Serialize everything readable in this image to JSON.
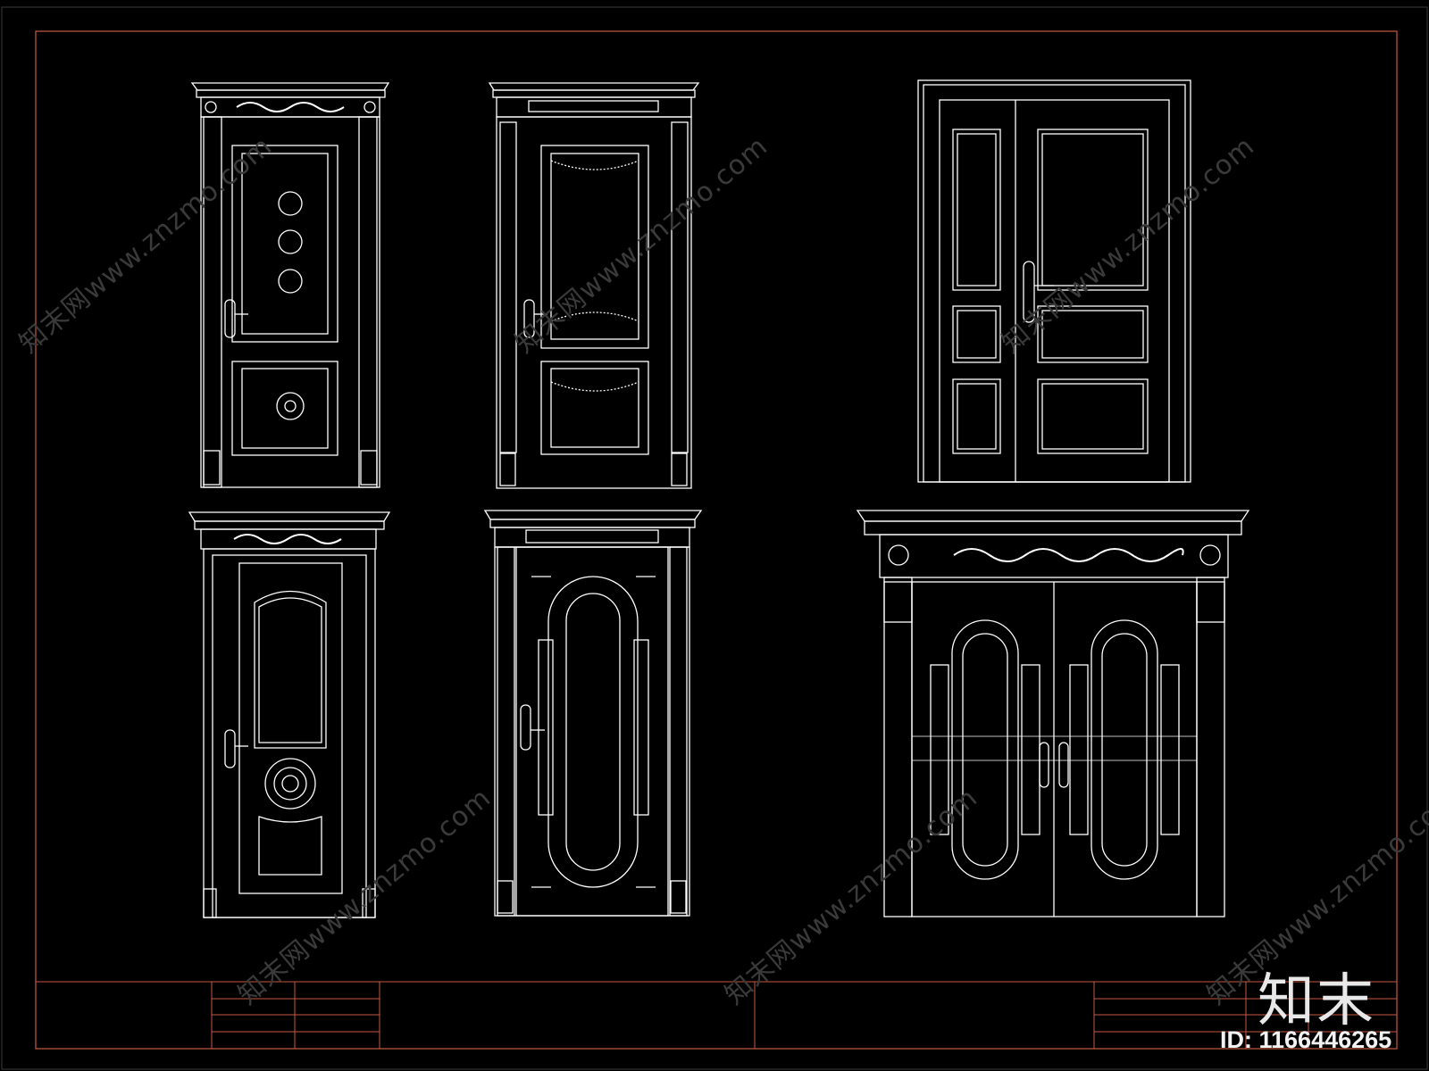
{
  "drawing": {
    "background": "#000000",
    "line_color": "#ffffff",
    "frame_color": "#c8593f",
    "doors": [
      {
        "name": "door-single-floral-inlay",
        "style": "single leaf, carved crown, rosette insets"
      },
      {
        "name": "door-single-beaded-panels",
        "style": "single leaf, beaded scalloped panels"
      },
      {
        "name": "door-double-unequal",
        "style": "unequal double leaf, recessed panels"
      },
      {
        "name": "door-single-arched-medallion",
        "style": "single leaf, arched top panel, round medallion"
      },
      {
        "name": "door-single-oval-panels",
        "style": "single leaf, central oval with radial panels"
      },
      {
        "name": "door-double-grand-entrance",
        "style": "double leaf, pilasters, acanthus frieze"
      }
    ]
  },
  "watermark": {
    "text": "知末网www.znzmo.com"
  },
  "brand": {
    "logo": "知末",
    "id_label": "ID: 1166446265"
  }
}
